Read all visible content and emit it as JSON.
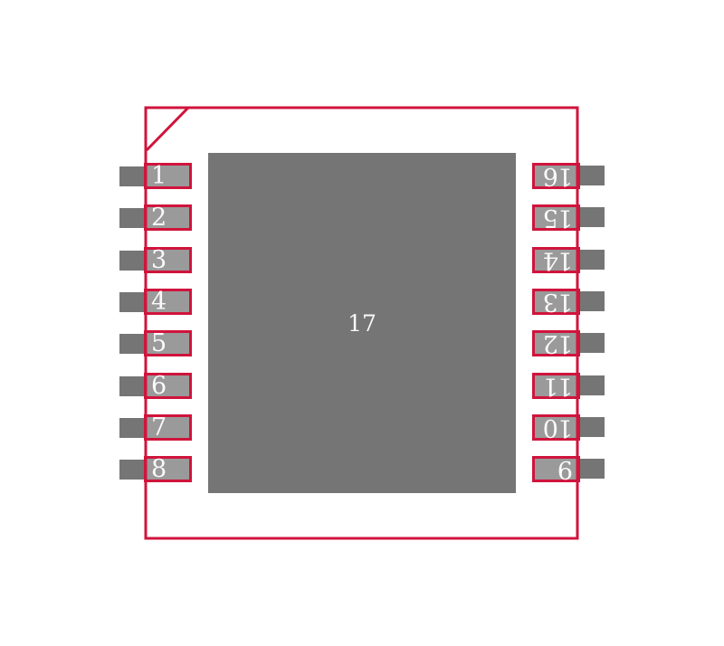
{
  "colors": {
    "outline_red": "#d0143c",
    "pad_gray": "#9a9a9a",
    "copper_gray": "#757575",
    "number_white": "#fafafa",
    "background": "#ffffff"
  },
  "footprint": {
    "center_pad": {
      "label": "17"
    },
    "left_pins": [
      {
        "label": "1"
      },
      {
        "label": "2"
      },
      {
        "label": "3"
      },
      {
        "label": "4"
      },
      {
        "label": "5"
      },
      {
        "label": "6"
      },
      {
        "label": "7"
      },
      {
        "label": "8"
      }
    ],
    "right_pins": [
      {
        "label": "16"
      },
      {
        "label": "15"
      },
      {
        "label": "14"
      },
      {
        "label": "13"
      },
      {
        "label": "12"
      },
      {
        "label": "11"
      },
      {
        "label": "10"
      },
      {
        "label": "9"
      }
    ]
  }
}
